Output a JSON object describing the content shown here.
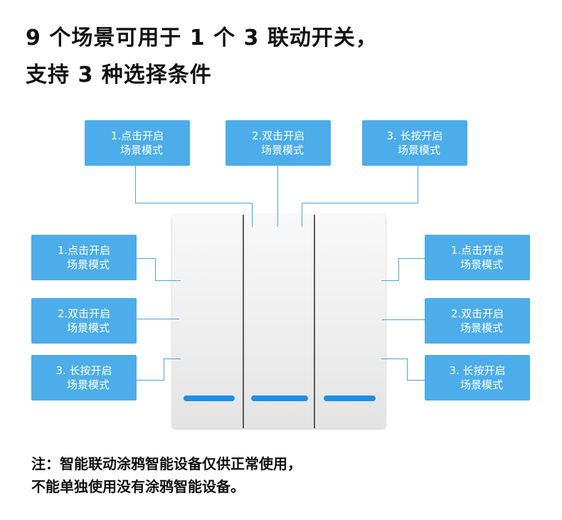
{
  "heading": {
    "line1": "9 个场景可用于 1 个 3 联动开关，",
    "line2": "支持 3 种选择条件"
  },
  "top_labels": [
    {
      "line1": "1.点击开启",
      "line2": "场景模式"
    },
    {
      "line1": "2.双击开启",
      "line2": "场景模式"
    },
    {
      "line1": "3. 长按开启",
      "line2": "场景模式"
    }
  ],
  "left_labels": [
    {
      "line1": "1.点击开启",
      "line2": "场景模式"
    },
    {
      "line1": "2.双击开启",
      "line2": "场景模式"
    },
    {
      "line1": "3. 长按开启",
      "line2": "场景模式"
    }
  ],
  "right_labels": [
    {
      "line1": "1.点击开启",
      "line2": "场景模式"
    },
    {
      "line1": "2.双击开启",
      "line2": "场景模式"
    },
    {
      "line1": "3. 长按开启",
      "line2": "场景模式"
    }
  ],
  "note": {
    "line1": "注：智能联动涂鸦智能设备仅供正常使用，",
    "line2": "不能单独使用没有涂鸦智能设备。"
  },
  "colors": {
    "label_bg": "#4cadea",
    "connector": "#4aa6dd",
    "led": "#1e8fe6"
  }
}
